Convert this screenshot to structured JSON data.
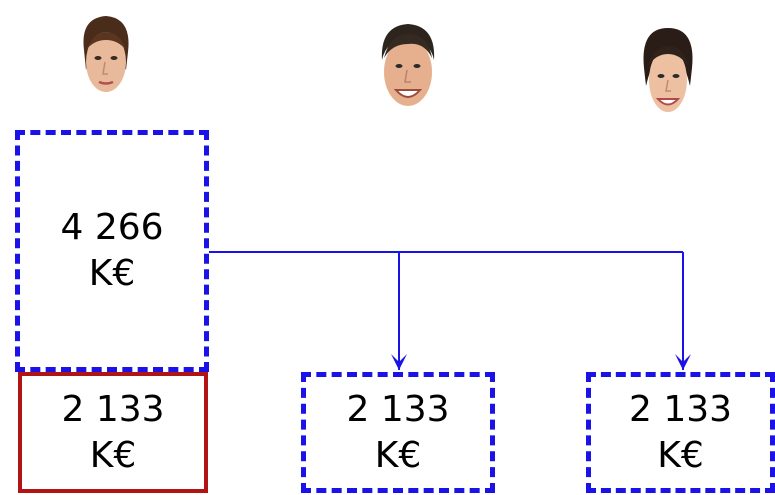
{
  "boxes": {
    "total": {
      "amount": "4 266",
      "unit": "K€"
    },
    "share_1": {
      "amount": "2 133",
      "unit": "K€"
    },
    "share_2": {
      "amount": "2 133",
      "unit": "K€"
    },
    "share_3": {
      "amount": "2 133",
      "unit": "K€"
    }
  },
  "colors": {
    "dashed_border": "#1a12e6",
    "solid_border": "#b01414",
    "arrow": "#1a12e6"
  },
  "icons": [
    "woman-face-icon",
    "man-face-icon",
    "smiling-woman-face-icon"
  ]
}
